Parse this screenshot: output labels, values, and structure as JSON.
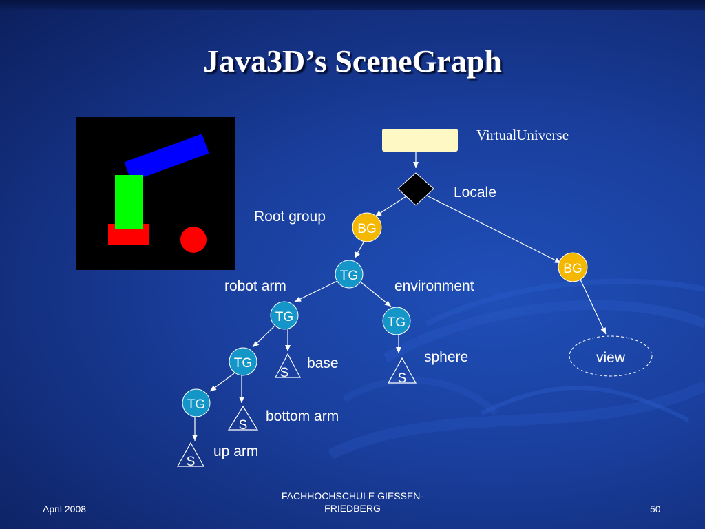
{
  "slide": {
    "title": "Java3D’s SceneGraph"
  },
  "diagram": {
    "virtual_universe_label": "VirtualUniverse",
    "locale_label": "Locale",
    "root_group_label": "Root group",
    "robot_arm_label": "robot arm",
    "environment_label": "environment",
    "base_label": "base",
    "sphere_label": "sphere",
    "bottom_arm_label": "bottom arm",
    "up_arm_label": "up arm",
    "view_label": "view",
    "node_labels": {
      "bg": "BG",
      "tg": "TG",
      "s": "S"
    },
    "colors": {
      "bg_node": "#f5b800",
      "tg_node": "#1596c8",
      "universe_box": "#fdf8c4",
      "locale_diamond": "#000000"
    }
  },
  "scene_preview": {
    "colors": {
      "background": "#000000",
      "upper_arm": "#0000ff",
      "lower_arm": "#00ff00",
      "base": "#ff0000",
      "sphere": "#ff0000"
    }
  },
  "footer": {
    "date": "April 2008",
    "institution_line1": "FACHHOCHSCHULE GIESSEN-",
    "institution_line2": "FRIEDBERG",
    "page_number": "50"
  }
}
